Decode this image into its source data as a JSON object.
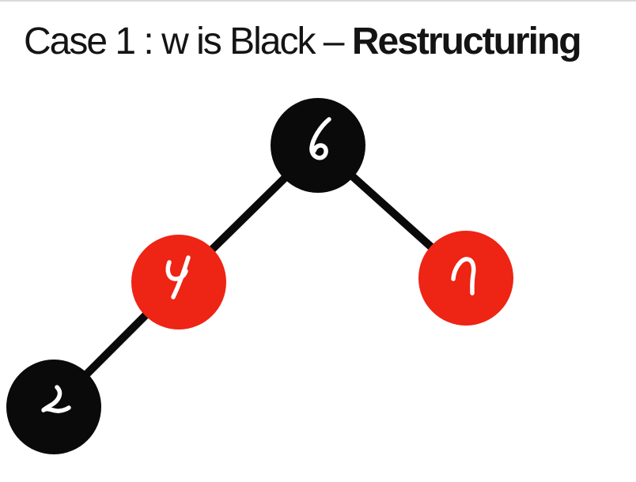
{
  "title": {
    "regular": "Case 1 : w is Black – ",
    "bold": "Restructuring"
  },
  "colors": {
    "node_black": "#0a0a0a",
    "node_red": "#ee2415",
    "edge": "#0a0a0a",
    "top_border": "#d9d9d9",
    "title_text": "#141414"
  },
  "tree": {
    "type": "red-black-tree-diagram",
    "nodes": [
      {
        "value": "6",
        "color": "black",
        "position": "root"
      },
      {
        "value": "4",
        "color": "red",
        "position": "left child of 6"
      },
      {
        "value": "7",
        "color": "red",
        "position": "right child of 6"
      },
      {
        "value": "2",
        "color": "black",
        "position": "left child of 4"
      }
    ],
    "edges": [
      {
        "from": "6",
        "to": "4"
      },
      {
        "from": "6",
        "to": "7"
      },
      {
        "from": "4",
        "to": "2"
      }
    ]
  }
}
